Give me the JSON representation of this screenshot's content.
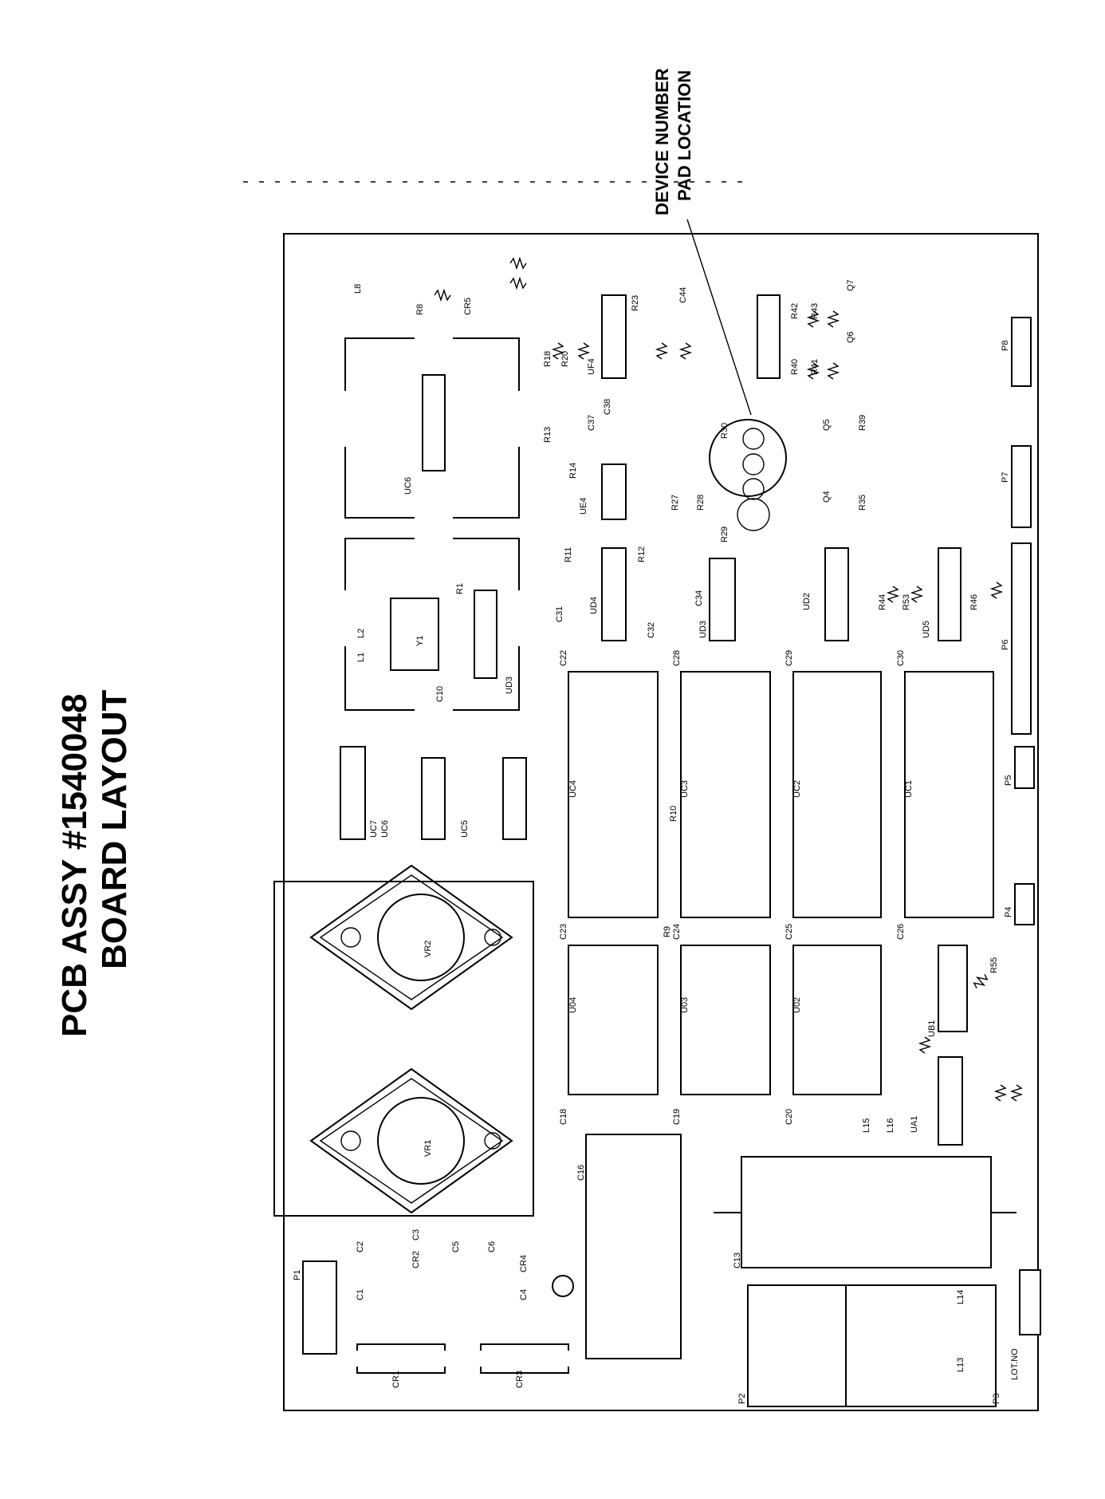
{
  "title": {
    "line1": "PCB ASSY #1540048",
    "line2": "BOARD LAYOUT"
  },
  "callout": {
    "line1": "DEVICE NUMBER",
    "line2": "PAD LOCATION"
  },
  "regulators": {
    "vr1": "VR1",
    "vr2": "VR2"
  },
  "crystal": "Y1",
  "labels": [
    "UC4",
    "UC3",
    "UC2",
    "UC1",
    "U04",
    "U03",
    "U02",
    "UB1",
    "C16",
    "C13",
    "P1",
    "P2",
    "P3",
    "P4",
    "P5",
    "P6",
    "P7",
    "P8",
    "CR1",
    "CR3",
    "UC7",
    "UC6",
    "UC5",
    "C22",
    "C28",
    "C29",
    "C30",
    "C23",
    "C24",
    "C25",
    "C26",
    "C18",
    "C19",
    "C20",
    "R9",
    "R10",
    "UE4",
    "UF4",
    "UD4",
    "UD3",
    "UD2",
    "UD5",
    "UC6",
    "UD3",
    "L1",
    "L2",
    "R1",
    "C10",
    "R11",
    "R12",
    "R13",
    "R14",
    "R18",
    "R20",
    "R23",
    "R40",
    "R41",
    "R42",
    "R43",
    "R44",
    "R46",
    "R53",
    "R55",
    "L13",
    "L14",
    "L15",
    "L16",
    "UA1",
    "LOT.NO",
    "C1",
    "C2",
    "C3",
    "C4",
    "C5",
    "C6",
    "CR2",
    "CR4",
    "C37",
    "C38",
    "C31",
    "C32",
    "C34",
    "R27",
    "R28",
    "R29",
    "R30",
    "R35",
    "R39",
    "Q4",
    "Q5",
    "Q6",
    "Q7",
    "C44",
    "L8",
    "R8",
    "CR5"
  ]
}
